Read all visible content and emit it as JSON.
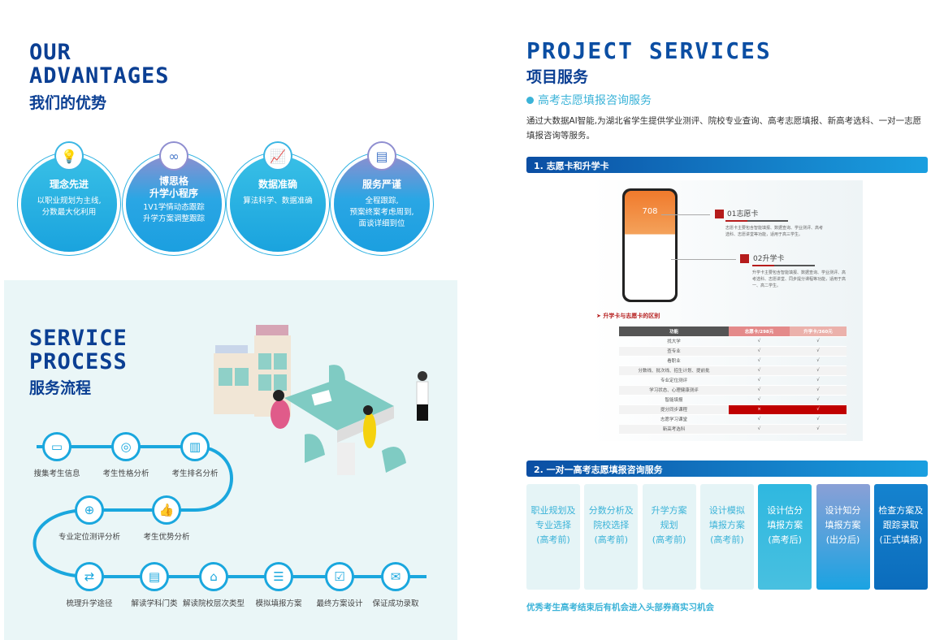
{
  "advantages": {
    "title_en_1": "OUR",
    "title_en_2": "ADVANTAGES",
    "title_cn": "我们的优势",
    "items": [
      {
        "icon": "lightbulb-icon",
        "title": "理念先进",
        "desc": [
          "以职业规划为主线,",
          "分数最大化利用"
        ]
      },
      {
        "icon": "mini-program-icon",
        "title": [
          "博思格",
          "升学小程序"
        ],
        "desc": [
          "1V1学情动态跟踪",
          "升学方案调整跟踪"
        ]
      },
      {
        "icon": "data-chart-icon",
        "title": "数据准确",
        "desc": [
          "算法科学、数据准确"
        ]
      },
      {
        "icon": "document-person-icon",
        "title": "服务严谨",
        "desc": [
          "全程跟踪,",
          "预案终案考虑周到,",
          "面谈详细到位"
        ]
      }
    ]
  },
  "process": {
    "title_en_1": "SERVICE",
    "title_en_2": "PROCESS",
    "title_cn": "服务流程",
    "steps": [
      {
        "icon": "inbox-icon",
        "label": "搜集考生信息"
      },
      {
        "icon": "personality-icon",
        "label": "考生性格分析"
      },
      {
        "icon": "bar-chart-icon",
        "label": "考生排名分析"
      },
      {
        "icon": "thumbs-up-icon",
        "label": "考生优势分析"
      },
      {
        "icon": "target-icon",
        "label": "专业定位测评分析"
      },
      {
        "icon": "shuffle-icon",
        "label": "梳理升学途径"
      },
      {
        "icon": "document-icon",
        "label": "解读学科门类"
      },
      {
        "icon": "school-icon",
        "label": "解读院校层次类型"
      },
      {
        "icon": "clipboard-person-icon",
        "label": "模拟填报方案"
      },
      {
        "icon": "checklist-icon",
        "label": "最终方案设计"
      },
      {
        "icon": "admission-letter-icon",
        "label": "保证成功录取"
      }
    ]
  },
  "services": {
    "title_en": "PROJECT SERVICES",
    "title_cn": "项目服务",
    "subtitle": "高考志愿填报咨询服务",
    "intro": "通过大数据AI智能,为湖北省学生提供学业测评、院校专业查询、高考志愿填报、新高考选科、一对一志愿填报咨询等服务。",
    "section1": "1. 志愿卡和升学卡",
    "phone_score": "708",
    "card1": {
      "title": "01志愿卡",
      "desc": "志愿卡主要包含智能填报、数据查询、学业测评、高考选科、志愿讲堂等功能，适用于高三学生。"
    },
    "card2": {
      "title": "02升学卡",
      "desc": "升学卡主要包含智能填报、数据查询、学业测评、高考选科、志愿讲堂、同步提分课程等功能，适用于高一、高二学生。"
    },
    "compare_title": "升学卡与志愿卡的区别",
    "table": {
      "headers": [
        "功能",
        "志愿卡/298元",
        "升学卡/360元"
      ],
      "rows": [
        [
          "找大学",
          "√",
          "√"
        ],
        [
          "查专业",
          "√",
          "√"
        ],
        [
          "看职业",
          "√",
          "√"
        ],
        [
          "分数线、批次线、招生计划、提前批",
          "√",
          "√"
        ],
        [
          "专业定位测评",
          "√",
          "√"
        ],
        [
          "学习状态、心理健康测评",
          "√",
          "√"
        ],
        [
          "智能填报",
          "√",
          "√"
        ],
        [
          "提分同步课程",
          "×",
          "√"
        ],
        [
          "志愿学习课堂",
          "√",
          "√"
        ],
        [
          "新高考选科",
          "√",
          "√"
        ]
      ]
    },
    "section2": "2. 一对一高考志愿填报咨询服务",
    "boxes": [
      [
        "职业规划及",
        "专业选择",
        "(高考前)"
      ],
      [
        "分数分析及",
        "院校选择",
        "(高考前)"
      ],
      [
        "升学方案",
        "规划",
        "(高考前)"
      ],
      [
        "设计模拟",
        "填报方案",
        "(高考前)"
      ],
      [
        "设计估分",
        "填报方案",
        "(高考后)"
      ],
      [
        "设计知分",
        "填报方案",
        "(出分后)"
      ],
      [
        "检查方案及",
        "跟踪录取",
        "(正式填报)"
      ]
    ],
    "footer": "优秀考生高考结束后有机会进入头部券商实习机会"
  },
  "colors": {
    "navy": "#0b3f93",
    "cyan": "#1aa7de",
    "red": "#c00000"
  }
}
